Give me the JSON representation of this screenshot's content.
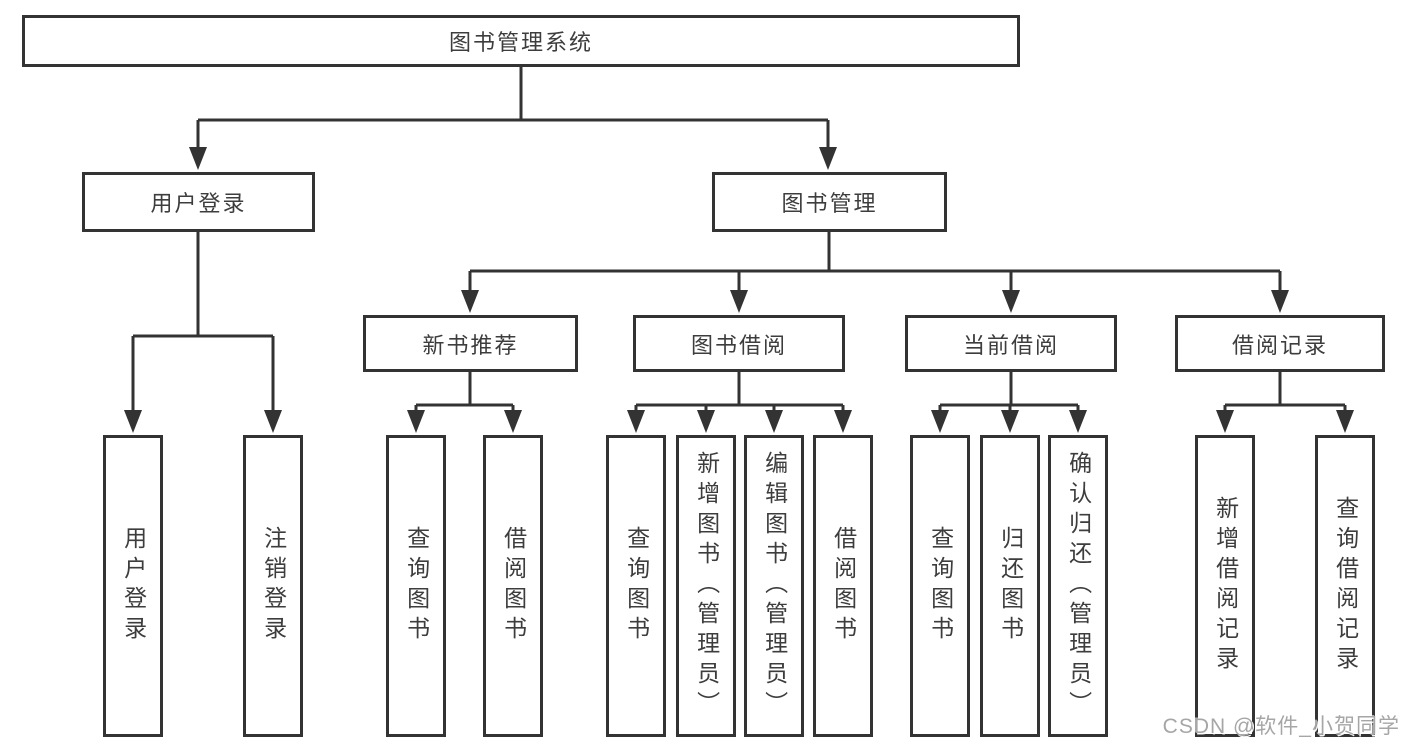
{
  "diagram": {
    "root": "图书管理系统",
    "branches": {
      "user_login": "用户登录",
      "book_management": "图书管理"
    },
    "modules": {
      "new_book_recommend": "新书推荐",
      "book_borrow": "图书借阅",
      "current_borrow": "当前借阅",
      "borrow_record": "借阅记录"
    },
    "leaves": {
      "user_login": "用户登录",
      "logout": "注销登录",
      "rec_query_book": "查询图书",
      "rec_borrow_book": "借阅图书",
      "bb_query_book": "查询图书",
      "bb_add_book_admin": "新增图书（管理员）",
      "bb_edit_book_admin": "编辑图书（管理员）",
      "bb_borrow_book": "借阅图书",
      "cb_query_book": "查询图书",
      "cb_return_book": "归还图书",
      "cb_confirm_return_admin": "确认归还（管理员）",
      "br_add_record": "新增借阅记录",
      "br_query_record": "查询借阅记录"
    }
  },
  "watermark": "CSDN @软件_小贺同学",
  "colors": {
    "line": "#333333",
    "text": "#3d3d3d",
    "watermark": "#a6a6a6",
    "background": "#ffffff"
  }
}
